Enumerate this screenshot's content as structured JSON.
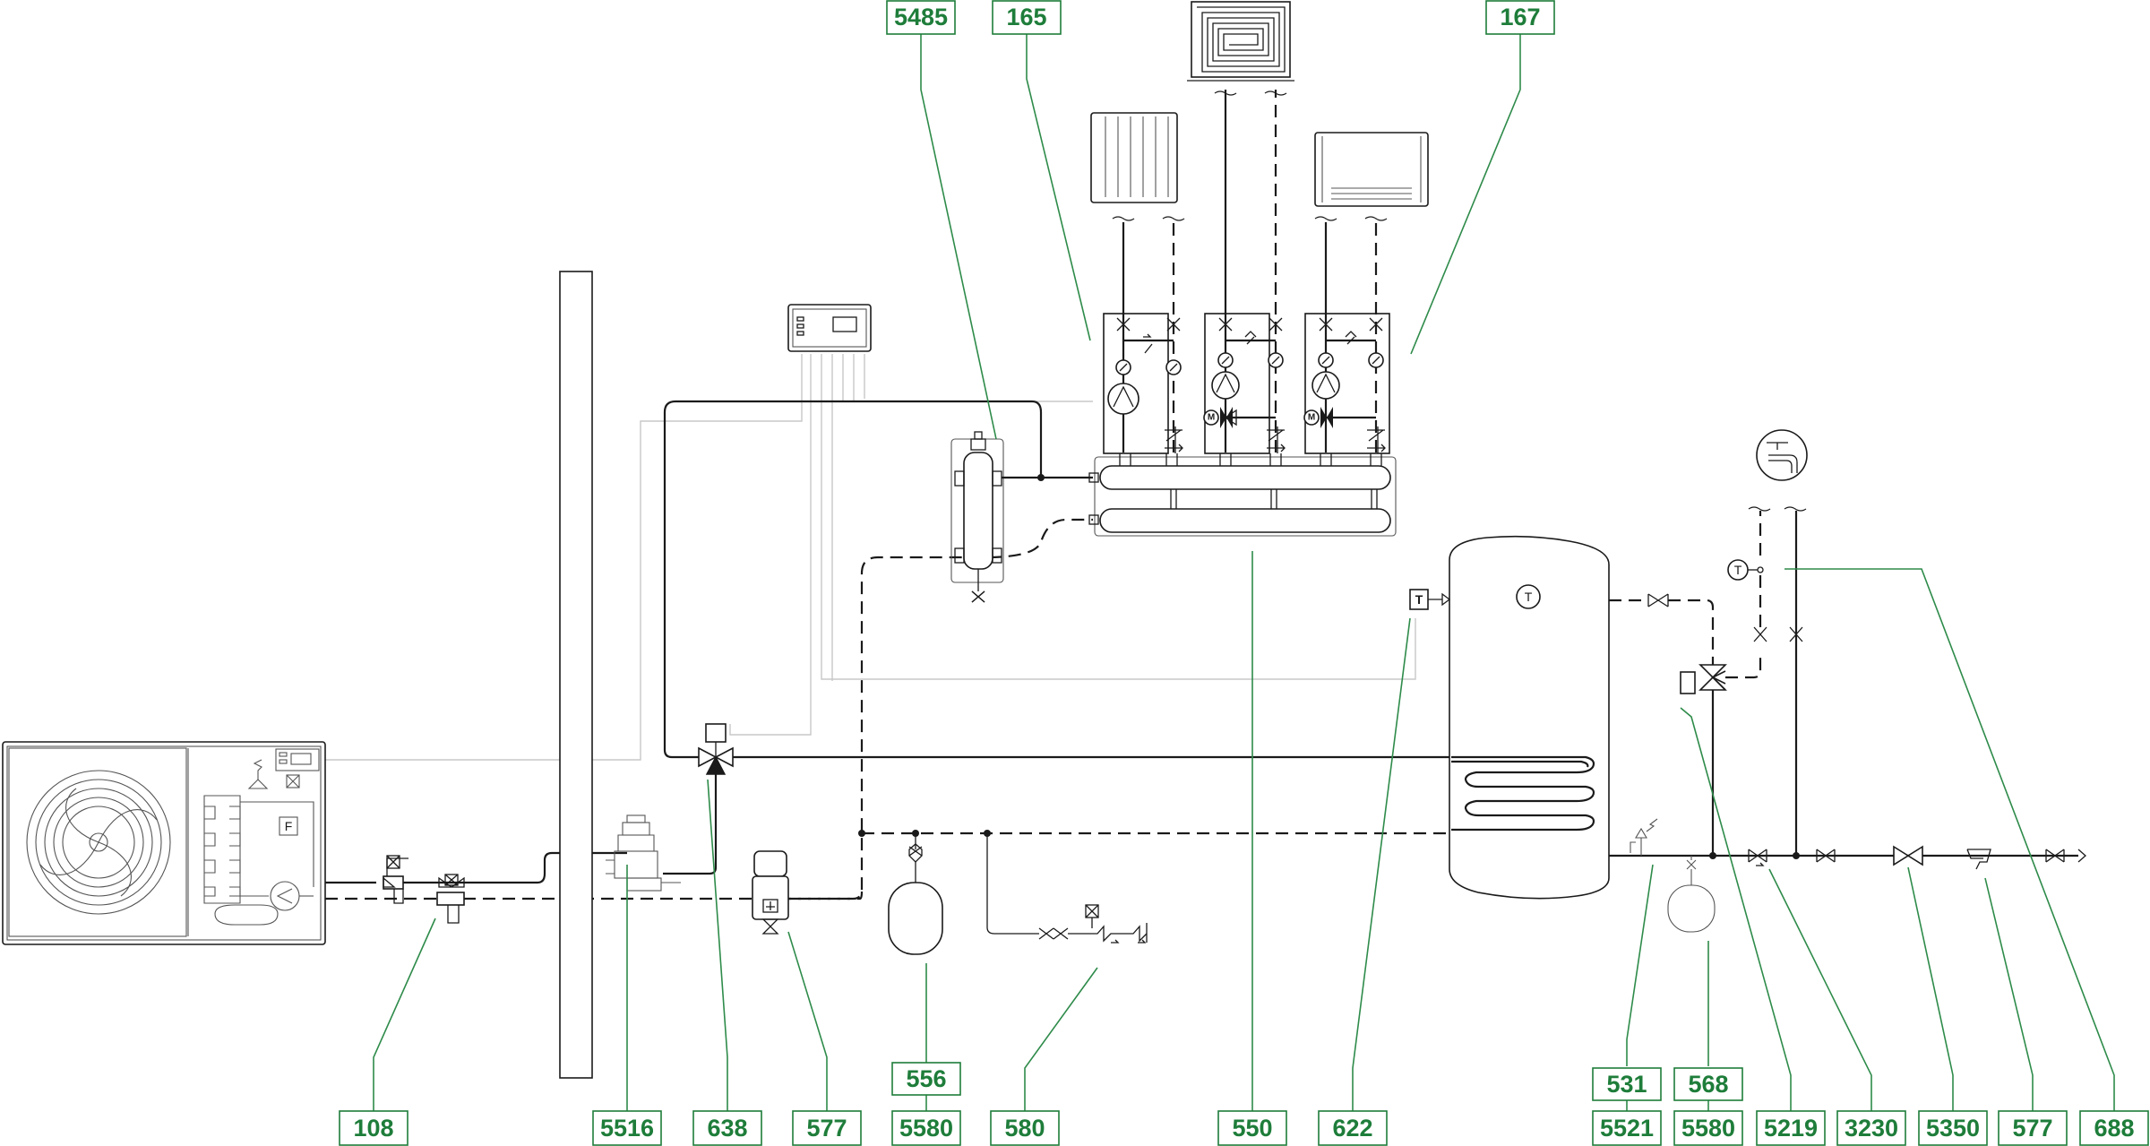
{
  "labels": {
    "l108": "108",
    "l5516": "5516",
    "l638": "638",
    "l577a": "577",
    "l556": "556",
    "l5580a": "5580",
    "l580": "580",
    "l550": "550",
    "l622": "622",
    "l531": "531",
    "l5521": "5521",
    "l568": "568",
    "l5580b": "5580",
    "l5219": "5219",
    "l3230": "3230",
    "l5350": "5350",
    "l577b": "577",
    "l688": "688",
    "l5485": "5485",
    "l165": "165",
    "l167": "167"
  },
  "symbols": {
    "tank_sensor": "T",
    "ext_sensor": "T",
    "dhw_sensor": "T",
    "hp_flow_sensor": "F",
    "motor": "M"
  },
  "colors": {
    "label_green": "#1e7d3a",
    "pipe": "#1a1a1a",
    "control_wire": "#c8c8c8"
  }
}
